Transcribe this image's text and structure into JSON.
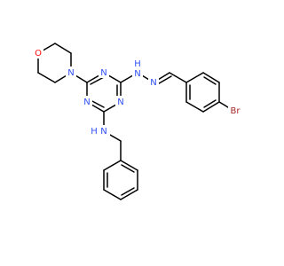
{
  "molecule": {
    "atoms": {
      "O_morph": "O",
      "N_morph": "N",
      "N_tri_left": "N",
      "N_tri_top": "N",
      "N_tri_bottom": "N",
      "NH_hydrazine": "H",
      "NH_hydrazine_N": "N",
      "N_hydrazone": "N",
      "NH_benzyl_N": "N",
      "NH_benzyl_H": "H",
      "Br": "Br"
    },
    "colors": {
      "nitrogen": "#3050F8",
      "oxygen": "#FF0D0D",
      "bromine": "#A62929",
      "bond": "#000000"
    }
  }
}
